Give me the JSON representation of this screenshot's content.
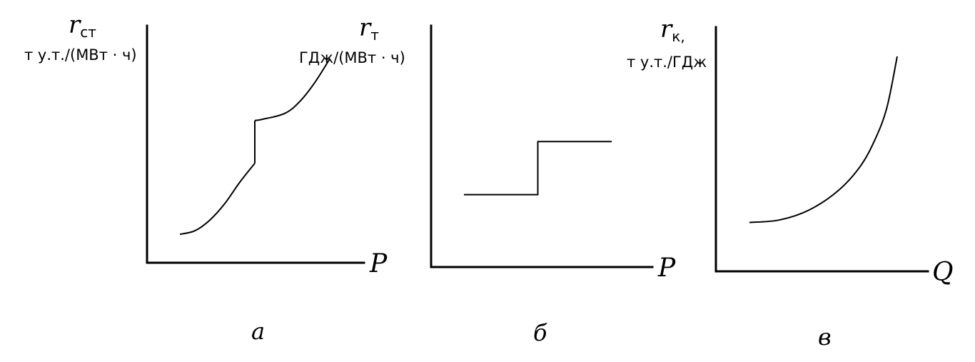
{
  "chart_data": [
    {
      "type": "line",
      "panel_label": "а",
      "ylabel_symbol": "r",
      "ylabel_sub": "ст",
      "ylabel_unit": "т у.т./(МВт · ч)",
      "xlabel": "P",
      "series": [
        {
          "segments": [
            {
              "x": [
                0,
                0.1,
                0.2,
                0.3,
                0.4,
                0.5
              ],
              "y": [
                0.12,
                0.135,
                0.18,
                0.25,
                0.34,
                0.42
              ]
            },
            {
              "x": [
                0.5,
                0.5
              ],
              "y": [
                0.42,
                0.6
              ]
            },
            {
              "x": [
                0.5,
                0.55,
                0.7,
                0.8,
                0.9,
                1.0
              ],
              "y": [
                0.6,
                0.605,
                0.63,
                0.68,
                0.76,
                0.86
              ]
            }
          ]
        }
      ]
    },
    {
      "type": "line",
      "panel_label": "б",
      "ylabel_symbol": "r",
      "ylabel_sub": "т",
      "ylabel_unit": "ГДж/(МВт · ч)",
      "xlabel": "P",
      "series": [
        {
          "segments": [
            {
              "x": [
                0,
                0.5,
                0.5,
                1.0
              ],
              "y": [
                0.3,
                0.3,
                0.52,
                0.52
              ]
            }
          ]
        }
      ]
    },
    {
      "type": "line",
      "panel_label": "в",
      "ylabel_symbol": "r",
      "ylabel_sub": "к,",
      "ylabel_unit": "т у.т./ГДж",
      "xlabel": "Q",
      "series": [
        {
          "segments": [
            {
              "x": [
                0,
                0.2,
                0.4,
                0.6,
                0.75,
                0.85,
                0.93,
                1.0
              ],
              "y": [
                0.2,
                0.21,
                0.25,
                0.33,
                0.43,
                0.54,
                0.67,
                0.88
              ]
            }
          ]
        }
      ]
    }
  ]
}
